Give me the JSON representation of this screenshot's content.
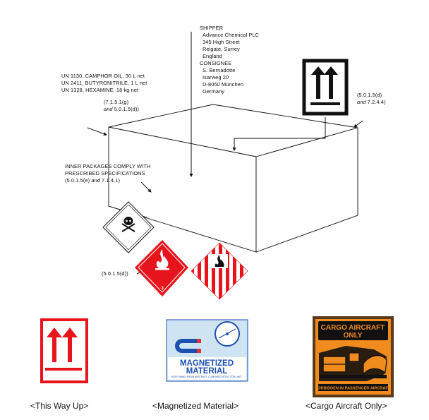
{
  "shipper": {
    "heading": "SHIPPER",
    "lines": [
      "Advance Chemical PLC",
      "345 High Street",
      "Reigate, Surrey",
      "England"
    ]
  },
  "consignee": {
    "heading": "CONSIGNEE",
    "lines": [
      "S. Bernadotte",
      "Isarweg 20",
      "D-8050 München",
      "Germany"
    ]
  },
  "contents": {
    "lines": [
      "UN 1130, CAMPHOR OIL, 30 L net",
      "UN 2411, BUTYRONITRILE, 1 L net",
      "UN 1328, HEXAMINE, 18 kg net"
    ],
    "ref1": "(7.1.5.1(g)",
    "ref2_italic": "and",
    "ref2_rest": " 5.0.1.5(d))"
  },
  "orientation_ref": {
    "line1": "(5.0.1.5(d)",
    "line2_italic": "and",
    "line2_rest": " 7.2.4.4)"
  },
  "inner": {
    "lines": [
      "INNER PACKAGES COMPLY WITH",
      "PRESCRIBED SPECIFICATIONS"
    ],
    "ref_start": "(5.0.1.5(e)",
    "ref_italic": " and",
    "ref_rest": " 7.1.4.1)"
  },
  "hazard_ref": "(5.0.1.5(d))",
  "labels": {
    "cargo_line1": "CARGO AIRCRAFT",
    "cargo_line2": "ONLY",
    "cargo_footer": "FORBIDDEN IN PASSENGER AIRCRAFT",
    "magnet_line1": "MAGNETIZED",
    "magnet_line2": "MATERIAL",
    "magnet_small": "KEEP AWAY FROM AIRCRAFT COMPASS DETECTOR UNIT",
    "class_number": "3"
  },
  "captions": {
    "this_way_up": "<This Way Up>",
    "magnetized": "<Magnetized Material>",
    "cargo": "<Cargo Aircraft Only>"
  },
  "colors": {
    "hazard_red": "#e8141b",
    "magnet_blue": "#1b4fb0",
    "magnet_bg": "#cfe4f2",
    "cargo_orange": "#f08c1e",
    "ink": "#111111"
  },
  "icons": {
    "orientation_arrows": "up-arrows-icon",
    "toxic": "skull-crossbones-icon",
    "flammable": "flame-icon",
    "magnet": "horseshoe-magnet-icon",
    "compass": "compass-icon",
    "aircraft": "aircraft-icon"
  }
}
